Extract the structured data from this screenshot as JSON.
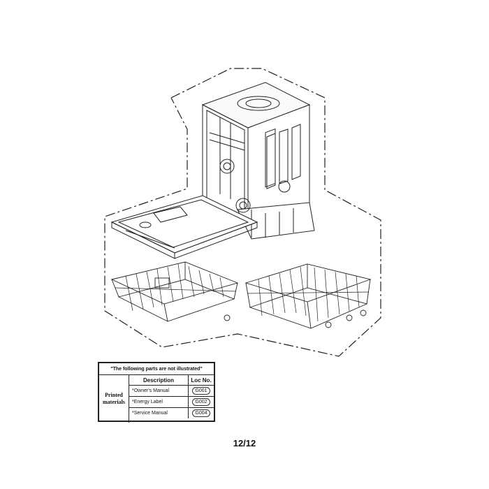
{
  "parts_table": {
    "title": "\"The following parts are not illustrated\"",
    "category_line1": "Printed",
    "category_line2": "materials",
    "col_description": "Description",
    "col_loc": "Loc No.",
    "rows": [
      {
        "description": "*Owner's Manual",
        "loc": "G001"
      },
      {
        "description": "*Energy Label",
        "loc": "G002"
      },
      {
        "description": "*Service Manual",
        "loc": "G004"
      }
    ]
  },
  "page_number": "12/12"
}
